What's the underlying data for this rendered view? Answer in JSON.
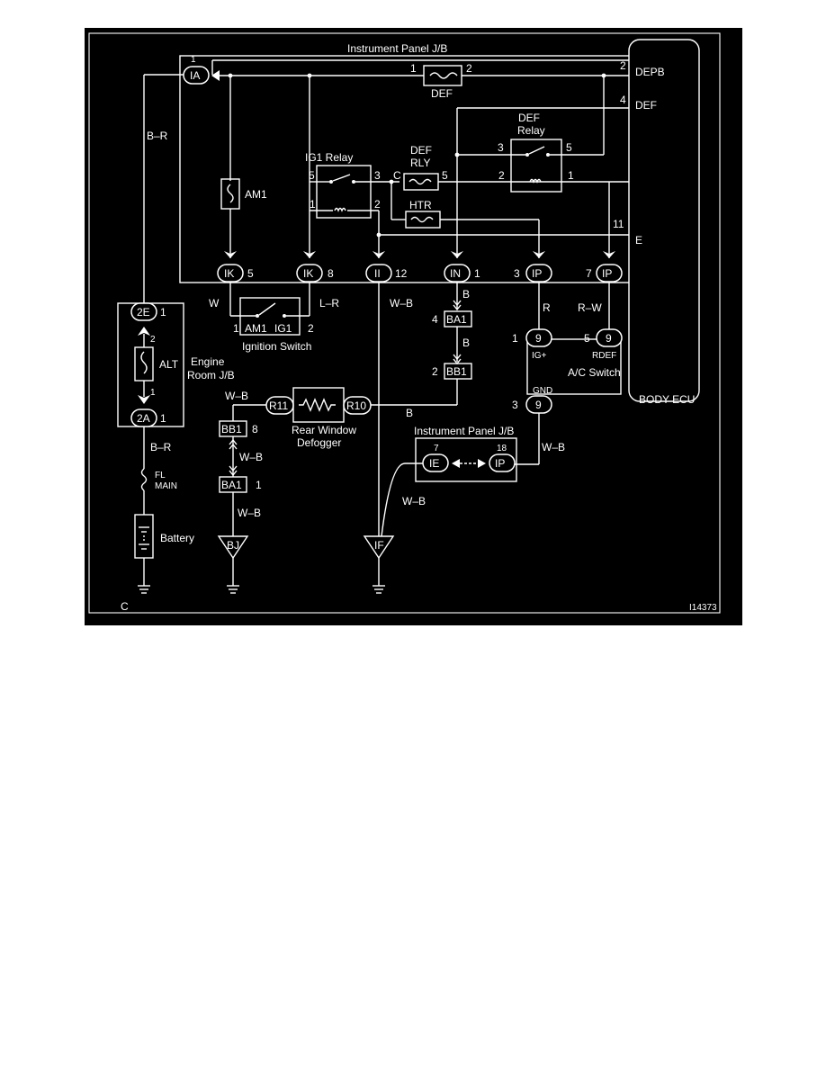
{
  "diagram": {
    "ref_code": "I14373",
    "corner_label": "C",
    "instrument_panel_jb": {
      "title": "Instrument Panel J/B",
      "fuse_def": "DEF",
      "fuse_def_relay": "DEF RLY",
      "fuse_htr": "HTR",
      "ig1_relay": "IG1 Relay",
      "def_relay": "DEF Relay",
      "def_relay_line1": "DEF",
      "def_relay_line2": "Relay",
      "fuse_def_relay_line1": "DEF",
      "fuse_def_relay_line2": "RLY",
      "pin_c": "C",
      "pins": {
        "def_fuse_in": "1",
        "def_fuse_out": "2",
        "ig1_5": "5",
        "ig1_3": "3",
        "ig1_1": "1",
        "ig1_2": "2",
        "defrly_fuse_5": "5",
        "def_relay_3": "3",
        "def_relay_5": "5",
        "def_relay_2": "2",
        "def_relay_1": "1",
        "ia_1": "1"
      }
    },
    "body_ecu": {
      "name": "BODY ECU",
      "pins": [
        {
          "num": "2",
          "label": "DEPB"
        },
        {
          "num": "4",
          "label": "DEF"
        },
        {
          "num": "11",
          "label": "E"
        }
      ]
    },
    "connectors": {
      "ia": "IA",
      "ik_a": "IK",
      "ik_a_pin": "5",
      "ik_b": "IK",
      "ik_b_pin": "8",
      "ii": "II",
      "ii_pin": "12",
      "in": "IN",
      "in_pin": "1",
      "ip_a": "IP",
      "ip_a_pin": "3",
      "ip_b": "IP",
      "ip_b_pin": "7",
      "e2": "2E",
      "e2_pin": "1",
      "a2": "2A",
      "a2_pin": "1",
      "ba1_a": "BA1",
      "ba1_a_pin": "4",
      "bb1_a": "BB1",
      "bb1_a_pin": "2",
      "r11": "R11",
      "r10": "R10",
      "bb1_b": "BB1",
      "bb1_b_pin": "8",
      "ba1_b": "BA1",
      "ba1_b_pin": "1",
      "ac9_a": "9",
      "ac9_a_pin": "1",
      "ac9_b": "9",
      "ac9_b_pin": "5",
      "ac9_c": "9",
      "ac9_c_pin": "3",
      "ie": "IE",
      "ie_pin": "7",
      "ip_c": "IP",
      "ip_c_pin": "18"
    },
    "components": {
      "am1": "AM1",
      "alt": "ALT",
      "alt_pin_top": "2",
      "alt_pin_bottom": "1",
      "engine_room_jb_line1": "Engine",
      "engine_room_jb_line2": "Room J/B",
      "ignition_switch": "Ignition Switch",
      "ign_am1": "AM1",
      "ign_ig1": "IG1",
      "ign_pin_1": "1",
      "ign_pin_2": "2",
      "rear_window_defogger_line1": "Rear Window",
      "rear_window_defogger_line2": "Defogger",
      "fl_main_line1": "FL",
      "fl_main_line2": "MAIN",
      "battery": "Battery",
      "ac_switch": "A/C Switch",
      "ac_ig": "IG+",
      "ac_rdef": "RDEF",
      "ac_gnd": "GND",
      "second_jb": "Instrument Panel J/B"
    },
    "grounds": {
      "bj": "BJ",
      "if": "IF"
    },
    "wire_colors": {
      "br_top": "B–R",
      "br_bottom": "B–R",
      "w": "W",
      "lr": "L–R",
      "wb_ii": "W–B",
      "b_in": "B",
      "b_ba1": "B",
      "r": "R",
      "rw": "R–W",
      "wb_r11": "W–B",
      "b_r10": "B",
      "wb_bb1": "W–B",
      "wb_ba1": "W–B",
      "wb_if": "W–B",
      "wb_gnd": "W–B"
    }
  }
}
